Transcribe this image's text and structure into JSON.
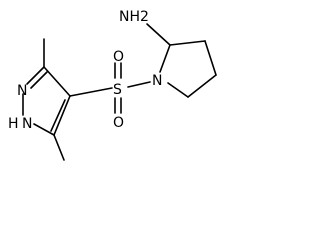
{
  "molecule": {
    "atoms": {
      "n2": "N",
      "n1": "N",
      "h1": "H",
      "s": "S",
      "o_top": "O",
      "o_bottom": "O",
      "n_pyrrolidine": "N",
      "amine": "NH2"
    }
  }
}
